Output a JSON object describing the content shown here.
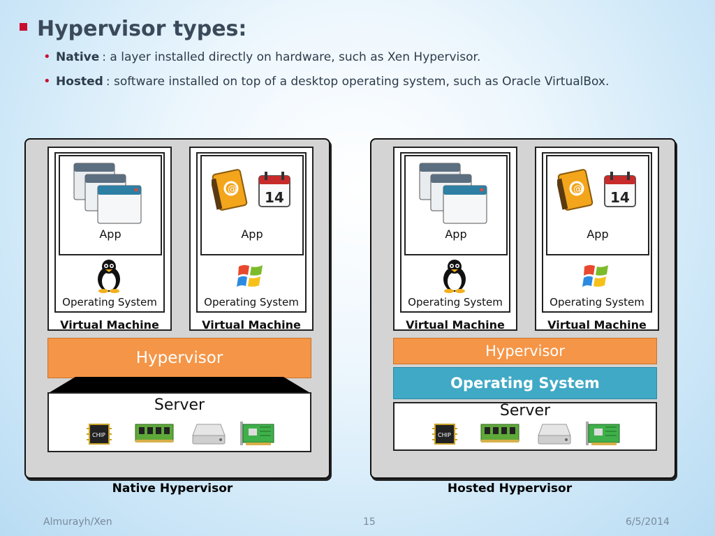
{
  "slide": {
    "title": "Hypervisor types:",
    "bullets": [
      {
        "term": "Native",
        "text": ": a layer installed directly on hardware, such as Xen Hypervisor."
      },
      {
        "term": "Hosted",
        "text": ": software installed on top of a desktop operating system, such as Oracle VirtualBox."
      }
    ]
  },
  "diagrams": {
    "app_label": "App",
    "os_label": "Operating System",
    "vm_label": "Virtual Machine",
    "hypervisor_label": "Hypervisor",
    "host_os_label": "Operating System",
    "server_label": "Server",
    "native_caption": "Native Hypervisor",
    "hosted_caption": "Hosted Hypervisor"
  },
  "footer": {
    "author": "Almurayh/Xen",
    "page": "15",
    "date": "6/5/2014"
  },
  "colors": {
    "accent_bullet": "#c8102e",
    "hypervisor": "#f59547",
    "host_os": "#40a9c5"
  }
}
